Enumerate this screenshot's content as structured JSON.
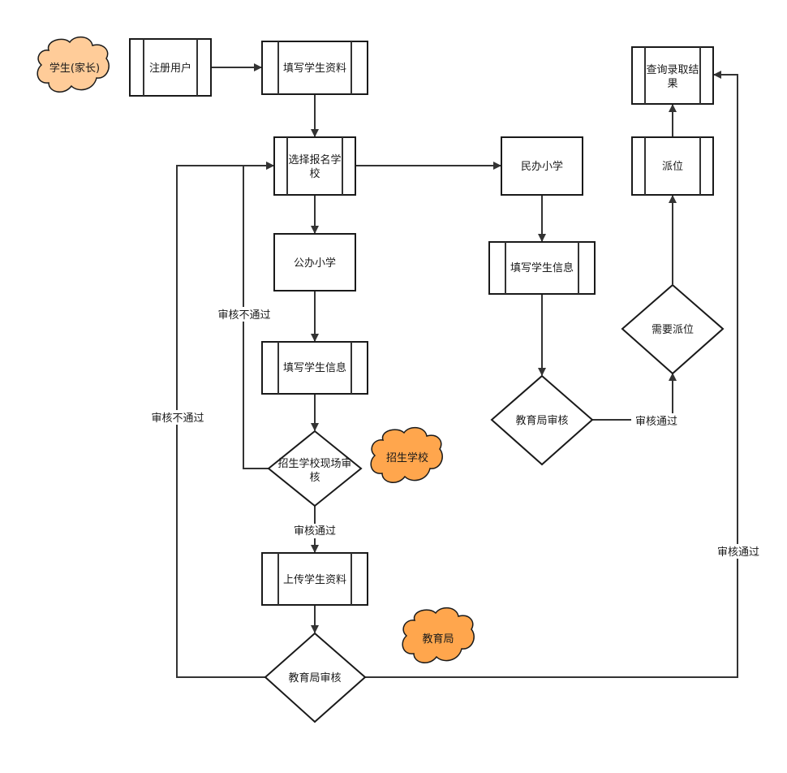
{
  "colors": {
    "actor_fill": "#ffcc99",
    "actor_fill_dark": "#ffa64d",
    "stroke": "#1a1a1a"
  },
  "actors": {
    "student": "学生(家长)",
    "school": "招生学校",
    "bureau": "教育局"
  },
  "nodes": {
    "register": "注册用户",
    "fill_profile": "填写学生资料",
    "select_school_l1": "选择报名学",
    "select_school_l2": "校",
    "public_school": "公办小学",
    "fill_info_public": "填写学生信息",
    "onsite_review_l1": "招生学校现场审",
    "onsite_review_l2": "核",
    "upload_profile": "上传学生资料",
    "bureau_review_public": "教育局审核",
    "private_school": "民办小学",
    "fill_info_private": "填写学生信息",
    "bureau_review_private": "教育局审核",
    "need_assign": "需要派位",
    "assign": "派位",
    "query_result_l1": "查询录取结",
    "query_result_l2": "果"
  },
  "edge_labels": {
    "reject_onsite": "审核不通过",
    "reject_bureau": "审核不通过",
    "pass_onsite": "审核通过",
    "pass_private": "审核通过",
    "pass_bureau": "审核通过"
  }
}
